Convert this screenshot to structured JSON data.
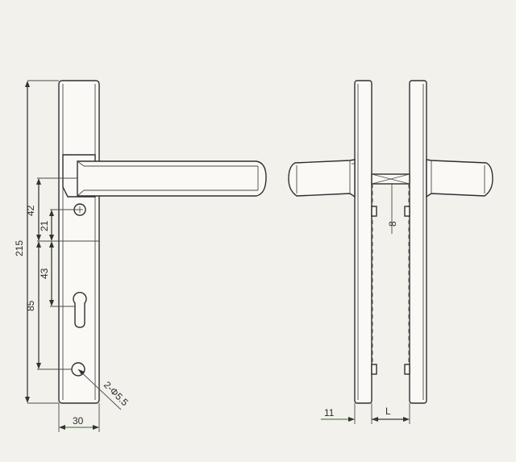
{
  "dimensions": {
    "overall_height": "215",
    "handle_to_hole": "42",
    "hole_to_center": "21",
    "center_to_cylinder": "43",
    "center_to_bottom_hole": "85",
    "plate_width": "30",
    "holes": "2-Φ5.5",
    "spindle": "8",
    "plate_thickness": "11",
    "door_thickness": "L"
  },
  "colors": {
    "line": "#3b3b3b",
    "dimension_accent": "#4f8a4a",
    "paper": "#f2f1ec"
  }
}
